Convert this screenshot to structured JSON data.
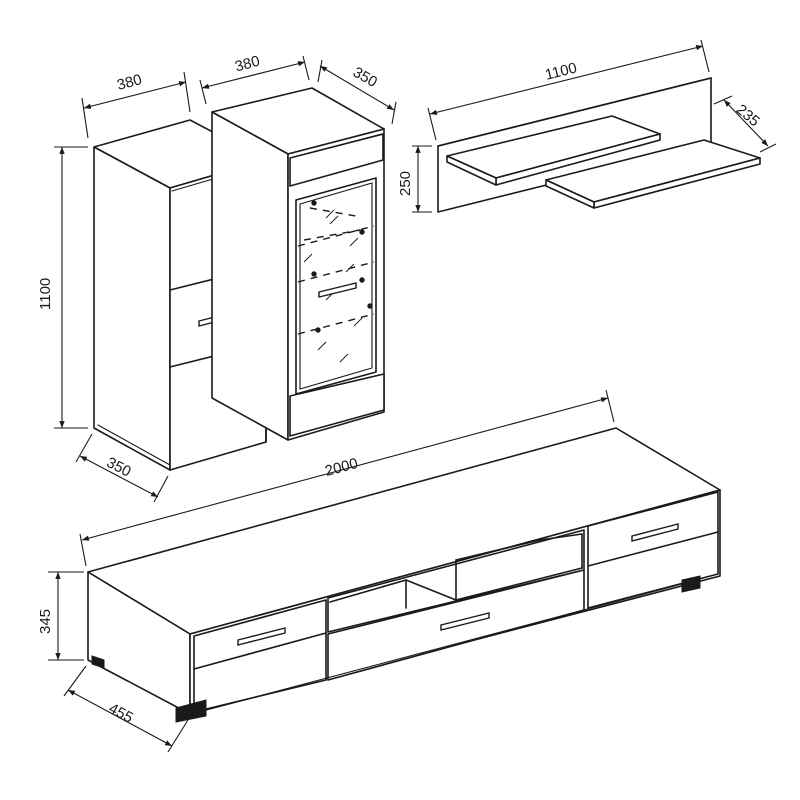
{
  "dimensions": {
    "tall_cabinet_width": "380",
    "tall_cabinet_depth": "350",
    "tall_cabinet_height": "1100",
    "vitrine_width": "380",
    "vitrine_depth": "350",
    "shelf_width": "1100",
    "shelf_height": "250",
    "shelf_depth": "235",
    "tv_stand_width": "2000",
    "tv_stand_height": "345",
    "tv_stand_depth": "455"
  },
  "colors": {
    "line": "#1a1a1a",
    "background": "#ffffff"
  }
}
